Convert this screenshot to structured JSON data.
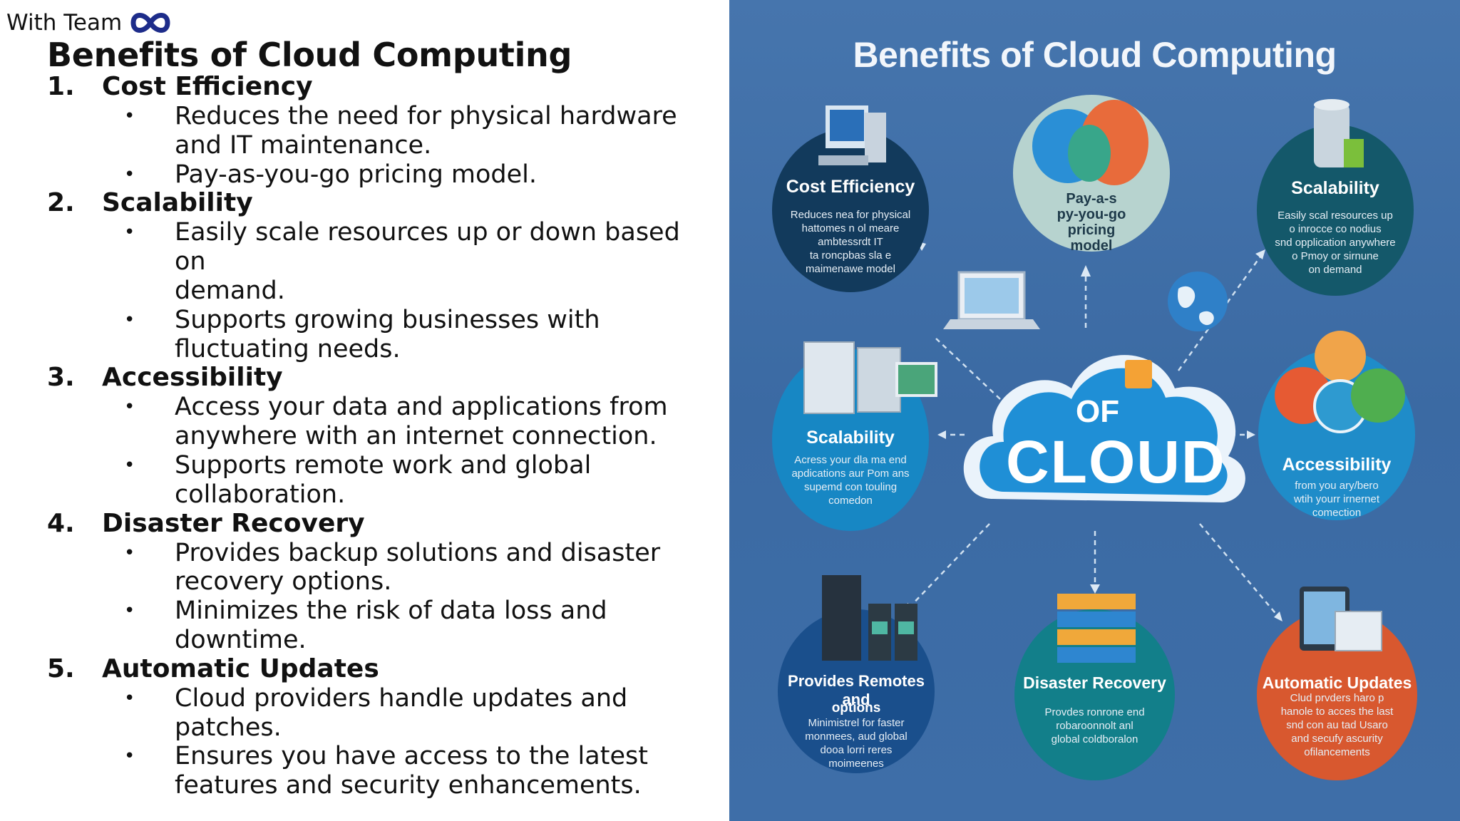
{
  "brand": {
    "label": "With Team"
  },
  "slide": {
    "title": "Benefits of Cloud Computing",
    "sections": [
      {
        "num": "1.",
        "title": "Cost Efficiency",
        "bullets": [
          "Reduces the need for physical hardware",
          "and IT maintenance.",
          "Pay-as-you-go pricing model."
        ]
      },
      {
        "num": "2.",
        "title": "Scalability",
        "bullets": [
          "Easily scale resources up or down based on",
          "demand.",
          "Supports growing businesses with",
          "fluctuating needs."
        ]
      },
      {
        "num": "3.",
        "title": "Accessibility",
        "bullets": [
          "Access your data and applications from",
          "anywhere with an internet connection.",
          "Supports remote work and global",
          "collaboration."
        ]
      },
      {
        "num": "4.",
        "title": "Disaster Recovery",
        "bullets": [
          "Provides backup solutions and disaster",
          "recovery options.",
          "Minimizes the risk of data loss and",
          "downtime."
        ]
      },
      {
        "num": "5.",
        "title": "Automatic Updates",
        "bullets": [
          "Cloud providers handle updates and",
          "patches.",
          "Ensures you have access to the latest",
          "features and security enhancements."
        ]
      }
    ],
    "bullet_char": "•"
  },
  "infographic": {
    "title": "Benefits of Cloud Computing",
    "cloud_of": "OF",
    "cloud_main": "CLOUD",
    "payg": [
      "Pay-a-s",
      "py-you-go",
      "pricing model"
    ],
    "circles": {
      "cost": {
        "label": "Cost Efficiency",
        "text": [
          "Reduces nea for physical",
          "hattomes n  ol meare",
          "ambtessrdt IT",
          "ta roncpbas sla e",
          "maimenawe model"
        ],
        "color": "#123a5c",
        "icon": "computer-icon"
      },
      "scal_top": {
        "label": "Scalability",
        "text": [
          "Easily scal resources up",
          "o inrocce co nodius",
          "snd opplication anywhere",
          "o Pmoy or sirnune",
          "on demand"
        ],
        "color": "#14586a",
        "icon": "database-icon"
      },
      "scal_left": {
        "label": "Scalability",
        "text": [
          "Acress your dla ma end",
          "apdications aur Pom ans",
          "supemd con touling",
          "comedon"
        ],
        "color": "#1787c4",
        "icon": "server-icon"
      },
      "access": {
        "label": "Accessibility",
        "text": [
          "from you ary/bero",
          "wtih yourr irnernet",
          "comection"
        ],
        "color": "#1f8cc9",
        "icon": "network-icon"
      },
      "remote": {
        "label": "Provides Remotes and",
        "label2": "options",
        "text": [
          "Minimistrel for faster",
          "monmees, aud global",
          "dooa lorri reres",
          "moimeenes"
        ],
        "color": "#1a4f8c",
        "icon": "rack-icon"
      },
      "disaster": {
        "label": "Disaster Recovery",
        "text": [
          "Provdes ronrone end",
          "robaroonnolt anl",
          "global coldboralon"
        ],
        "color": "#127f8a",
        "icon": "storage-icon"
      },
      "updates": {
        "label": "Automatic Updates",
        "text": [
          "Clud prvders haro p",
          "hanole to acces the last",
          "snd con au tad Usaro",
          "and secufy ascurity",
          "ofilancements"
        ],
        "color": "#d8582f",
        "icon": "devices-icon"
      }
    }
  }
}
